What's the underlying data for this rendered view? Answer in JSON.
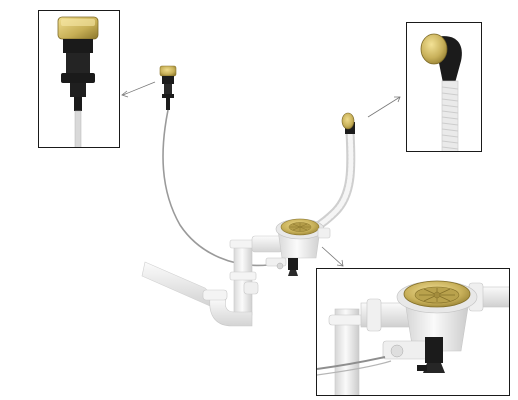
{
  "scene": {
    "colors": {
      "background": "#ffffff",
      "plastic_white": "#eeeeee",
      "plastic_shade": "#cfcfcf",
      "brass_gold": "#c8b15a",
      "brass_dark": "#9a8433",
      "black_part": "#1c1c1c",
      "cable_grey": "#9a9a9a",
      "frame_border": "#1a1a1a"
    },
    "callouts": [
      {
        "name": "push-button-detail"
      },
      {
        "name": "overflow-head-detail"
      },
      {
        "name": "strainer-basket-detail"
      }
    ]
  }
}
